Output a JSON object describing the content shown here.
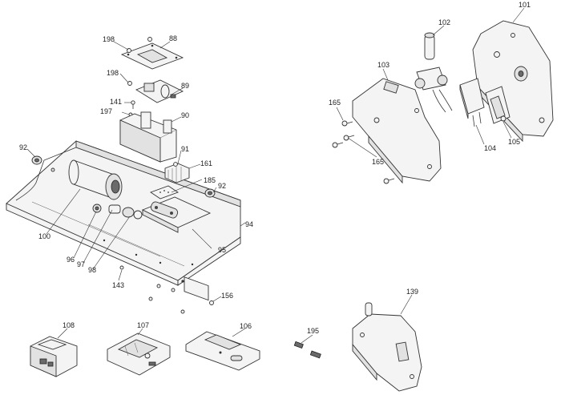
{
  "callouts": {
    "c198a": "198",
    "c88": "88",
    "c198b": "198",
    "c89": "89",
    "c141": "141",
    "c197": "197",
    "c90": "90",
    "c92a": "92",
    "c91": "91",
    "c161": "161",
    "c185": "185",
    "c92b": "92",
    "c94": "94",
    "c100": "100",
    "c96": "96",
    "c97": "97",
    "c98": "98",
    "c95": "95",
    "c143": "143",
    "c156": "156",
    "c108": "108",
    "c107": "107",
    "c106": "106",
    "c195": "195",
    "c139": "139",
    "c102": "102",
    "c101": "101",
    "c103": "103",
    "c165a": "165",
    "c165b": "165",
    "c104": "104",
    "c105": "105"
  }
}
